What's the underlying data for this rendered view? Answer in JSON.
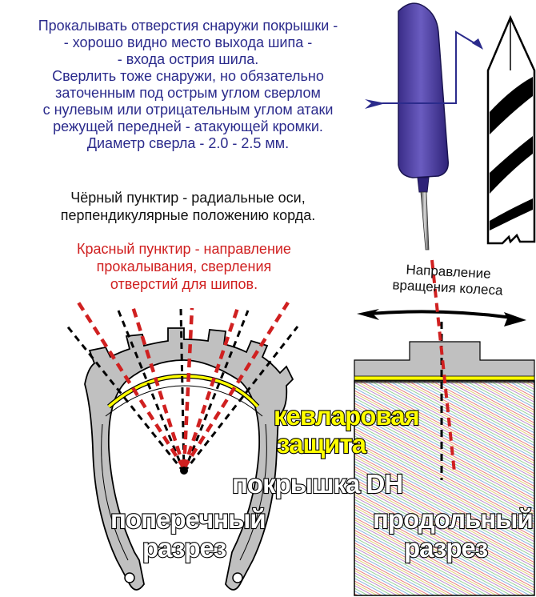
{
  "instructions": {
    "lines": [
      "Прокалывать отверстия снаружи покрышки -",
      "- хорошо видно место выхода шипа -",
      "- входа острия шила.",
      "Сверлить тоже снаружи, но обязательно",
      "заточенным под острым углом сверлом",
      "с нулевым или отрицательным углом атаки",
      "режущей передней - атакующей кромки.",
      "Диаметр сверла - 2.0 - 2.5 мм."
    ]
  },
  "black_note": {
    "lines": [
      "Чёрный пунктир - радиальные оси,",
      "перпендикулярные положению корда."
    ]
  },
  "red_note": {
    "lines": [
      "Красный пунктир - направление",
      "прокалывания, сверления",
      "отверстий для шипов."
    ]
  },
  "rotation_label": {
    "lines": [
      "Направление",
      "вращения колеса"
    ]
  },
  "labels": {
    "kevlar_1": "кевларовая",
    "kevlar_2": "защита",
    "tire": "покрышка DH",
    "cross_1": "поперечный",
    "cross_2": "разрез",
    "long_1": "продольный",
    "long_2": "разрез"
  },
  "colors": {
    "text_blue": "#2b2b8c",
    "text_red": "#d02020",
    "awl_handle": "#4a3c9c",
    "kevlar": "#ffff00",
    "tire_gray": "#c0c0c0"
  }
}
